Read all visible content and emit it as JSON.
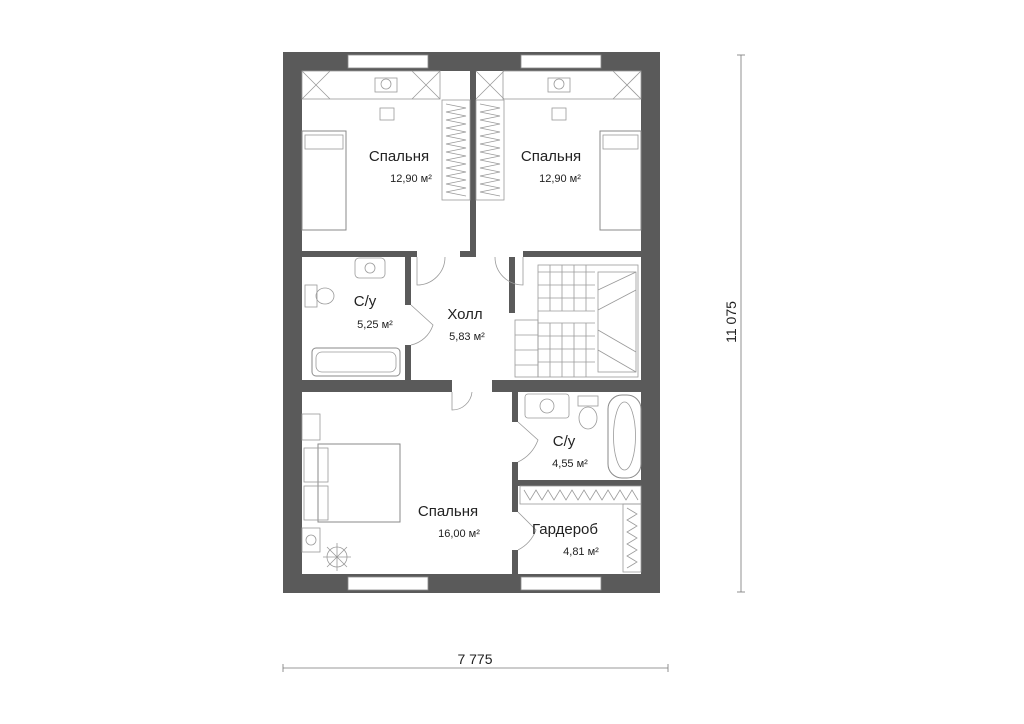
{
  "rooms": [
    {
      "key": "bedroom_top_left",
      "name": "Спальня",
      "area": "12,90 м²"
    },
    {
      "key": "bedroom_top_right",
      "name": "Спальня",
      "area": "12,90 м²"
    },
    {
      "key": "bathroom_left",
      "name": "С/у",
      "area": "5,25 м²"
    },
    {
      "key": "hall",
      "name": "Холл",
      "area": "5,83 м²"
    },
    {
      "key": "bathroom_right",
      "name": "С/у",
      "area": "4,55 м²"
    },
    {
      "key": "bedroom_bottom",
      "name": "Спальня",
      "area": "16,00 м²"
    },
    {
      "key": "wardrobe",
      "name": "Гардероб",
      "area": "4,81 м²"
    }
  ],
  "dimensions": {
    "width": "7 775",
    "height": "11 075"
  },
  "colors": {
    "wall": "#5a5a5a",
    "line": "#8a8a8a",
    "text": "#222222"
  }
}
